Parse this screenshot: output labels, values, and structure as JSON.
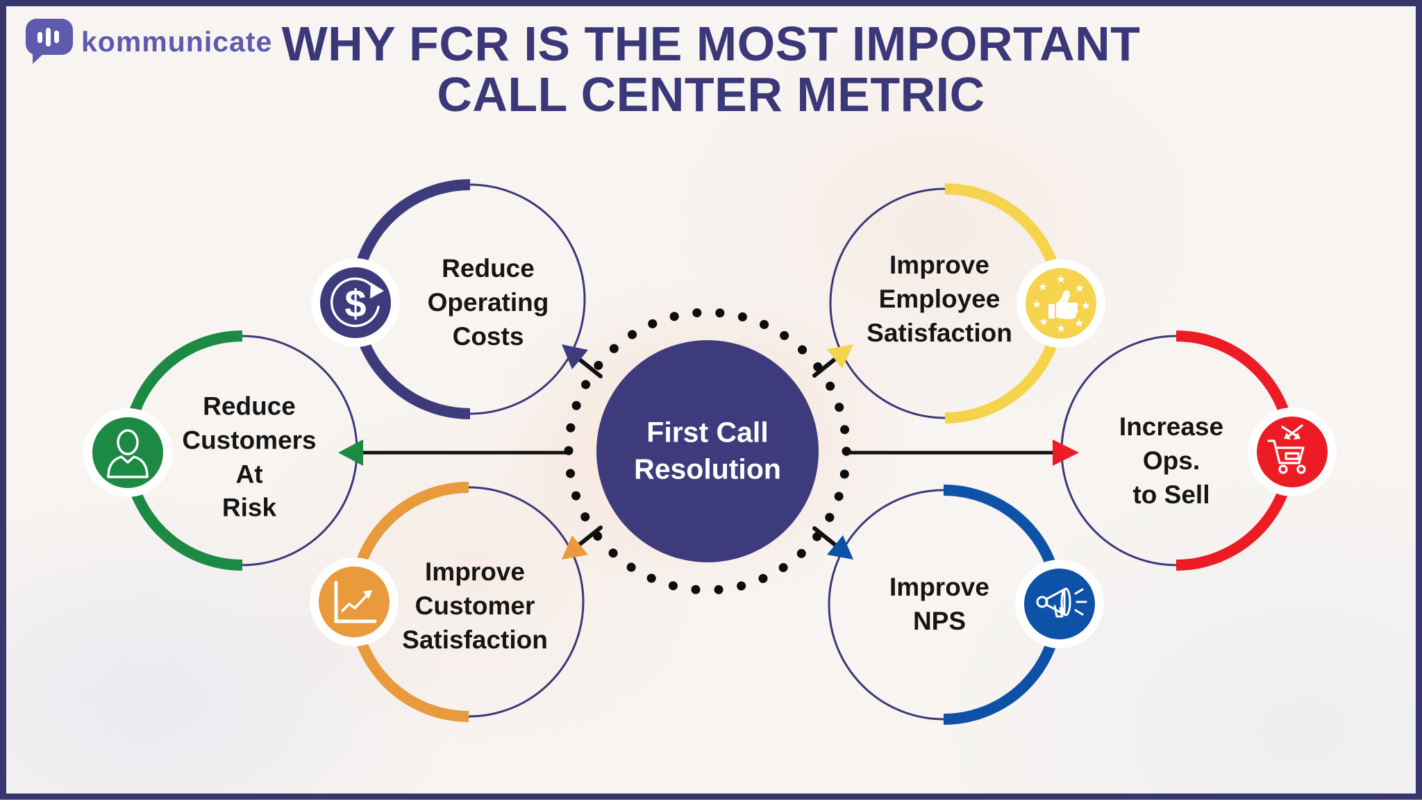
{
  "header": {
    "logo": {
      "brand": "kommunicate",
      "icon": "chat-bubble-bars-icon",
      "color": "#5e5aad"
    },
    "title_lines": [
      "WHY FCR IS THE MOST IMPORTANT",
      "CALL CENTER METRIC"
    ],
    "title_color": "#3b3879"
  },
  "center": {
    "label_lines": [
      "First Call",
      "Resolution"
    ],
    "fill_color": "#3e3b7c",
    "text_color": "#ffffff",
    "ring_style": "black dotted circle"
  },
  "nodes": [
    {
      "id": "reduce-operating-costs",
      "label_lines": [
        "Reduce",
        "Operating",
        "Costs"
      ],
      "accent_color": "#3e3b7c",
      "icon": "dollar-cycle-icon",
      "icon_side": "left"
    },
    {
      "id": "reduce-customers-at-risk",
      "label_lines": [
        "Reduce",
        "Customers",
        "At",
        "Risk"
      ],
      "accent_color": "#1d8a44",
      "icon": "person-icon",
      "icon_side": "left"
    },
    {
      "id": "improve-customer-satisfaction",
      "label_lines": [
        "Improve",
        "Customer",
        "Satisfaction"
      ],
      "accent_color": "#e89a3c",
      "icon": "growth-chart-icon",
      "icon_side": "left"
    },
    {
      "id": "improve-employee-satisfaction",
      "label_lines": [
        "Improve",
        "Employee",
        "Satisfaction"
      ],
      "accent_color": "#f5d34d",
      "icon": "thumbs-up-stars-icon",
      "icon_side": "right"
    },
    {
      "id": "increase-ops-to-sell",
      "label_lines": [
        "Increase",
        "Ops.",
        "to Sell"
      ],
      "accent_color": "#ed1c24",
      "icon": "cart-swap-icon",
      "icon_side": "right"
    },
    {
      "id": "improve-nps",
      "label_lines": [
        "Improve",
        "NPS"
      ],
      "accent_color": "#0e52a7",
      "icon": "megaphone-icon",
      "icon_side": "right"
    }
  ],
  "arrows": [
    {
      "direction": "west",
      "target": "reduce-customers-at-risk",
      "head_color": "#1d8a44",
      "line_color": "#111111"
    },
    {
      "direction": "east",
      "target": "increase-ops-to-sell",
      "head_color": "#ed1c24",
      "line_color": "#111111"
    },
    {
      "direction": "north-west",
      "target": "reduce-operating-costs",
      "head_color": "#3e3b7c",
      "line_color": "#111111"
    },
    {
      "direction": "north-east",
      "target": "improve-employee-satisfaction",
      "head_color": "#f5d34d",
      "line_color": "#111111"
    },
    {
      "direction": "south-west",
      "target": "improve-customer-satisfaction",
      "head_color": "#e89a3c",
      "line_color": "#111111"
    },
    {
      "direction": "south-east",
      "target": "improve-nps",
      "head_color": "#0e52a7",
      "line_color": "#111111"
    }
  ],
  "icons": {
    "dollar_symbol": "$",
    "star_glyph": "★"
  },
  "frame": {
    "border_color": "#39366e",
    "background_color": "#f7f4f1"
  }
}
